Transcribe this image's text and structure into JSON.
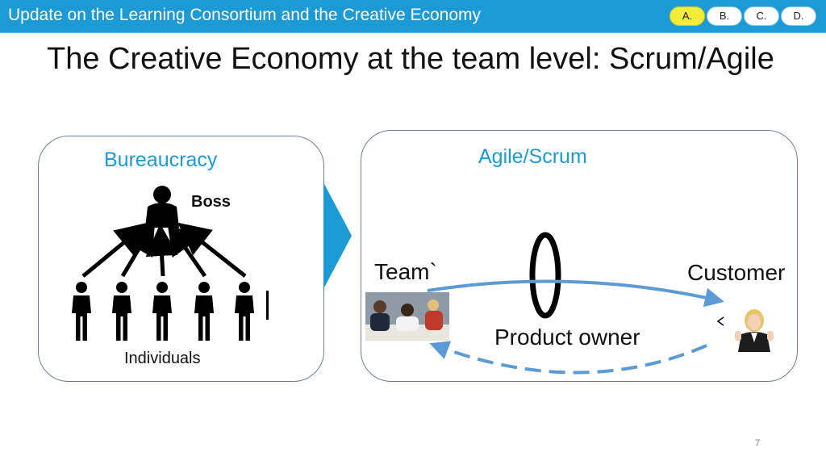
{
  "header": {
    "title": "Update on the Learning Consortium and the Creative Economy",
    "tabs": [
      {
        "label": "A.",
        "active": true
      },
      {
        "label": "B.",
        "active": false
      },
      {
        "label": "C.",
        "active": false
      },
      {
        "label": "D.",
        "active": false
      }
    ]
  },
  "slide": {
    "title": "The Creative Economy at the team level: Scrum/Agile",
    "page_number": "7"
  },
  "bureaucracy": {
    "heading": "Bureaucracy",
    "boss_label": "Boss",
    "individuals_label": "Individuals"
  },
  "agile": {
    "heading": "Agile/Scrum",
    "team_label": "Team`",
    "customer_label": "Customer",
    "product_owner_label": "Product owner"
  },
  "colors": {
    "header_bar": "#1b9ad6",
    "active_tab": "#f3ec39",
    "heading_text": "#1b9ad6",
    "flow_arrow": "#5b9bd5",
    "chevron": "#1b9ad6"
  }
}
